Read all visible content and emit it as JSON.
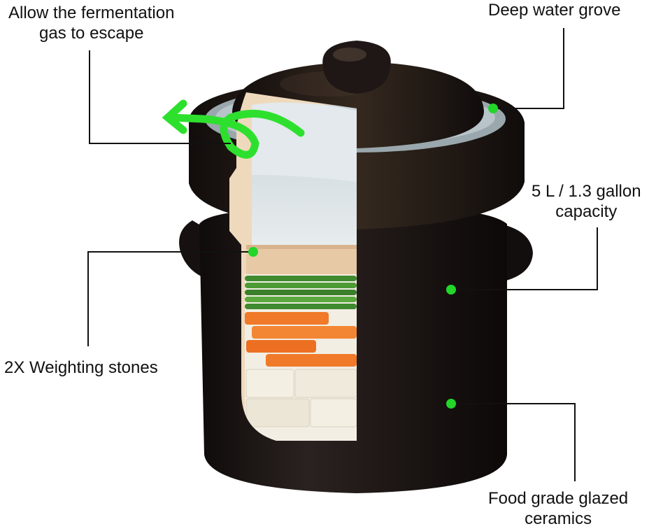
{
  "callouts": {
    "gas_escape": {
      "line1": "Allow the fermentation",
      "line2": "gas to escape"
    },
    "water_grove": {
      "line1": "Deep water grove"
    },
    "capacity": {
      "line1": "5 L / 1.3 gallon",
      "line2": "capacity"
    },
    "weighting_stones": {
      "line1": "2X Weighting stones"
    },
    "ceramics": {
      "line1": "Food grade glazed",
      "line2": "ceramics"
    }
  },
  "colors": {
    "crock_body": "#1c1614",
    "crock_highlight": "#3a302c",
    "cutaway_wall": "#efd9bc",
    "water": "#dfe6ea",
    "stone": "#e8c9a6",
    "carrot": "#f07a2a",
    "green_bean": "#3f8a2e",
    "radish": "#f1ede0",
    "marker": "#22d62a",
    "arrow": "#2ee02e",
    "leader_line": "#111111"
  },
  "icons": {
    "gas_arrow": "curved-arrow-icon",
    "marker": "green-dot-icon"
  }
}
